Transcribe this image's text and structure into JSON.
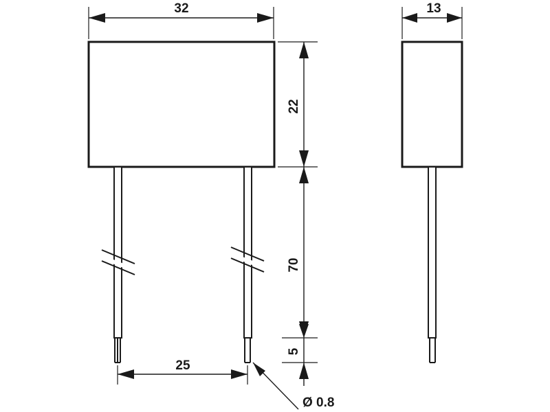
{
  "dimensions": {
    "body_width": "32",
    "body_height": "22",
    "lead_length": "70",
    "lead_end": "5",
    "lead_spacing": "25",
    "body_depth": "13",
    "lead_diameter": "Ø 0.8"
  }
}
